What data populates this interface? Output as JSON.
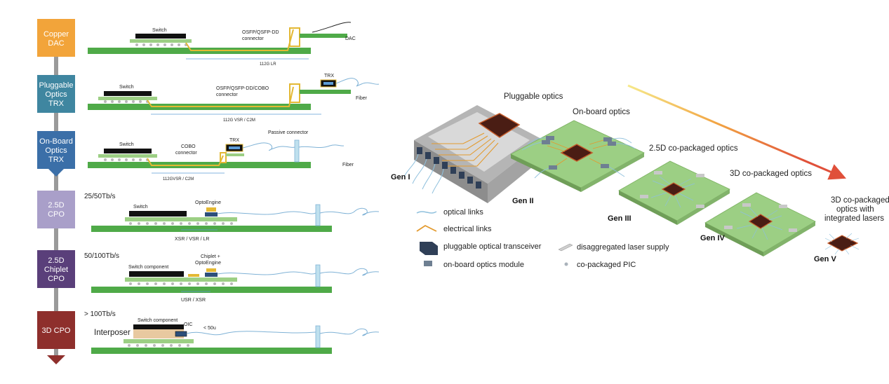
{
  "left_panel": {
    "stages": [
      {
        "id": "copper",
        "lines": [
          "Copper",
          "DAC"
        ],
        "color": "#f2a43a"
      },
      {
        "id": "pluggable",
        "lines": [
          "Pluggable",
          "Optics",
          "TRX"
        ],
        "color": "#3f86a0"
      },
      {
        "id": "onboard",
        "lines": [
          "On-Board",
          "Optics",
          "TRX"
        ],
        "color": "#3b6fa8"
      },
      {
        "id": "cpo25",
        "lines": [
          "2.5D",
          "CPO"
        ],
        "color": "#a99fc9"
      },
      {
        "id": "chiplet",
        "lines": [
          "2.5D",
          "Chiplet",
          "CPO"
        ],
        "color": "#5a3f7a"
      },
      {
        "id": "cpo3d",
        "lines": [
          "3D CPO"
        ],
        "color": "#8e2f2c"
      }
    ],
    "rows": {
      "copper": {
        "switch": "Switch",
        "connector": [
          "OSFP/QSFP-DD",
          "connector"
        ],
        "end": "DAC",
        "span": "112G LR"
      },
      "pluggable": {
        "switch": "Switch",
        "connector": [
          "OSFP/QSFP-DD/COBO",
          "connector"
        ],
        "trx": "TRX",
        "end": "Fiber",
        "span": "112G VSR / C2M"
      },
      "onboard": {
        "switch": "Switch",
        "connector": [
          "COBO",
          "connector"
        ],
        "trx": "TRX",
        "passive": "Passive connector",
        "end": "Fiber",
        "span": "112GVSR / C2M"
      },
      "cpo25": {
        "rate": "25/50Tb/s",
        "switch": "Switch",
        "engine": "OptoEngine",
        "span": "XSR / VSR / LR"
      },
      "chiplet": {
        "rate": "50/100Tb/s",
        "switch": "Switch component",
        "engine": [
          "Chiplet +",
          "OptoEngine"
        ],
        "span": "USR / XSR"
      },
      "cpo3d": {
        "rate": "> 100Tb/s",
        "switch": "Switch component",
        "interposer": "Interposer",
        "oic": "OIC",
        "gap": "< 50u"
      }
    }
  },
  "right_panel": {
    "labels": {
      "pluggable": "Pluggable optics",
      "onboard": "On-board optics",
      "cpo25": "2.5D co-packaged optics",
      "cpo3d": "3D co-packaged optics",
      "lasers": [
        "3D co-packaged",
        "optics with",
        "integrated lasers"
      ]
    },
    "generations": [
      "Gen I",
      "Gen II",
      "Gen III",
      "Gen IV",
      "Gen V"
    ],
    "legend": [
      {
        "name": "optical-links",
        "label": "optical links"
      },
      {
        "name": "electrical-links",
        "label": "electrical links"
      },
      {
        "name": "pluggable-transceiver",
        "label": "pluggable optical transceiver"
      },
      {
        "name": "onboard-module",
        "label": "on-board optics module"
      },
      {
        "name": "laser-supply",
        "label": "disaggregated laser supply"
      },
      {
        "name": "copackaged-pic",
        "label": "co-packaged PIC"
      }
    ],
    "colors": {
      "board": "#9ccf84",
      "optical": "#8fc0dd",
      "electrical": "#e39a2e",
      "arrow_start": "#f4e37a",
      "arrow_end": "#e2513a"
    }
  }
}
